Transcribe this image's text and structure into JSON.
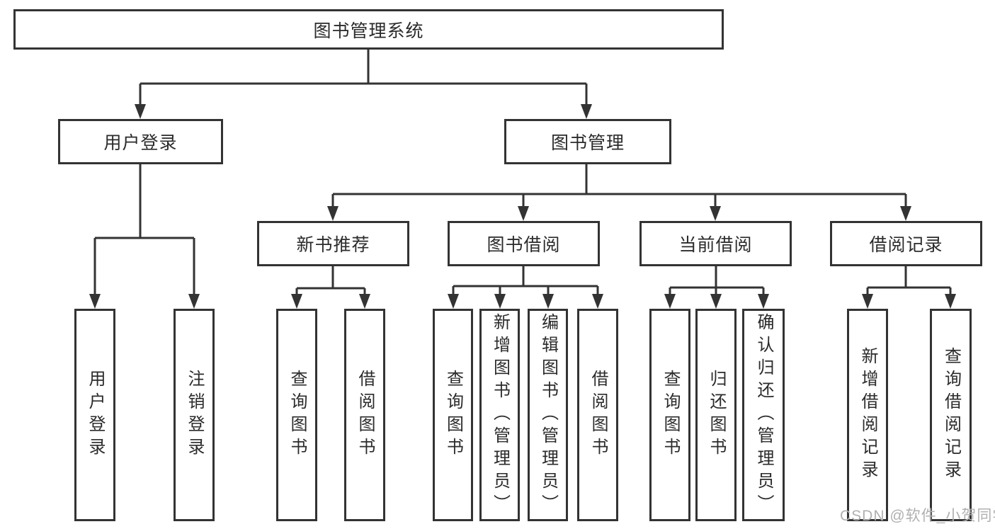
{
  "nodes": {
    "root": "图书管理系统",
    "user_login": "用户登录",
    "book_mgmt": "图书管理",
    "new_book": "新书推荐",
    "book_borrow": "图书借阅",
    "current_borrow": "当前借阅",
    "borrow_records": "借阅记录",
    "leaves": {
      "user_login": [
        "用户登录",
        "注销登录"
      ],
      "new_book": [
        "查询图书",
        "借阅图书"
      ],
      "book_borrow": [
        "查询图书",
        "新增图书（管理员）",
        "编辑图书（管理员）",
        "借阅图书"
      ],
      "current_borrow": [
        "查询图书",
        "归还图书",
        "确认归还（管理员）"
      ],
      "borrow_records": [
        "新增借阅记录",
        "查询借阅记录"
      ]
    }
  },
  "watermark": "CSDN @软件_小贺同学",
  "colors": {
    "line": "#333333",
    "text": "#2b2b2b",
    "background": "#ffffff",
    "watermark": "#b0b0b0"
  }
}
